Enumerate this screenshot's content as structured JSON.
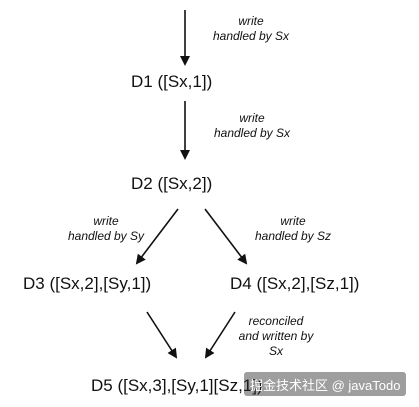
{
  "nodes": {
    "d1": "D1 ([Sx,1])",
    "d2": "D2 ([Sx,2])",
    "d3": "D3 ([Sx,2],[Sy,1])",
    "d4": "D4 ([Sx,2],[Sz,1])",
    "d5": "D5 ([Sx,3],[Sy,1][Sz,1])"
  },
  "edges": {
    "top_label": "write\nhandled by Sx",
    "d1_d2_label": "write\nhandled by Sx",
    "d2_d3_label": "write\nhandled by Sy",
    "d2_d4_label": "write\nhandled by Sz",
    "d4_d5_label": "reconciled\nand written by\nSx"
  },
  "watermark": {
    "text": "掘金技术社区 @ javaTodo"
  },
  "colors": {
    "line": "#111111",
    "text": "#111111"
  }
}
